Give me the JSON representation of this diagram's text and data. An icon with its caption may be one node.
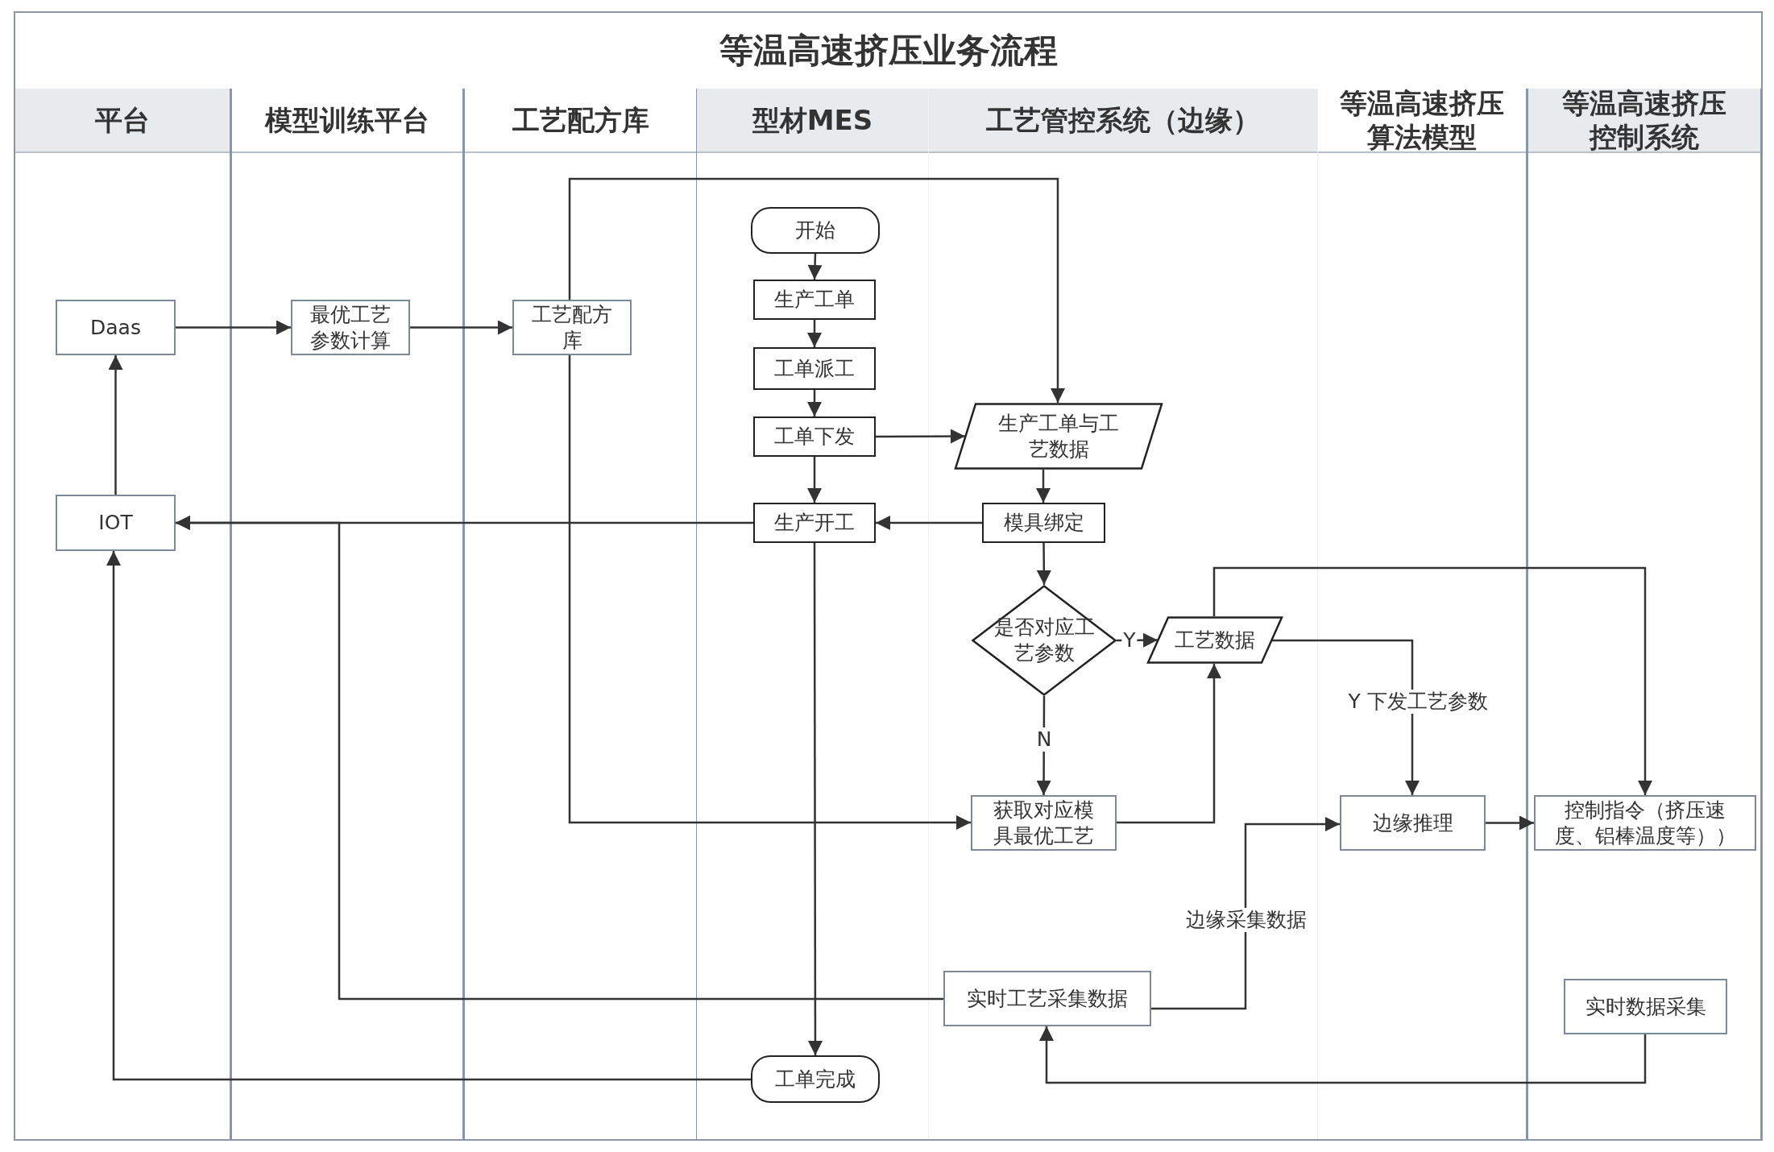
{
  "diagram": {
    "title": "等温高速挤压业务流程",
    "nodes": [
      {
        "text": [
          "平台"
        ]
      },
      {
        "text": [
          "模型训练平台"
        ]
      },
      {
        "text": [
          "工艺配方库"
        ]
      },
      {
        "text": [
          "型材MES"
        ]
      },
      {
        "text": [
          "工艺管控系统（边缘）"
        ]
      },
      {
        "text": [
          "等温高速挤压算法模型"
        ]
      },
      {
        "text": [
          "等温高速挤压控制系统"
        ]
      },
      {
        "text": [
          "Daas"
        ],
        "in": 0
      },
      {
        "text": [
          "最优工艺参数计算"
        ],
        "in": 1
      },
      {
        "text": [
          "工艺配方库"
        ],
        "in": 2
      },
      {
        "text": [
          "开始"
        ],
        "in": 3
      },
      {
        "text": [
          "生产工单"
        ],
        "in": 3
      },
      {
        "text": [
          "工单派工"
        ],
        "in": 3
      },
      {
        "text": [
          "工单下发"
        ],
        "in": 3
      },
      {
        "text": [
          "生产开工"
        ],
        "in": 3
      },
      {
        "text": [
          "IOT"
        ],
        "in": 0
      },
      {
        "text": [
          "生产工单与工艺数据"
        ],
        "in": 4
      },
      {
        "text": [
          "模具绑定"
        ],
        "in": 4
      },
      {
        "text": [
          "是否对应工艺参数"
        ],
        "in": 4
      },
      {
        "text": [
          "工艺数据"
        ],
        "in": 4
      },
      {
        "text": [
          "获取对应模具最优工艺"
        ],
        "in": 4
      },
      {
        "text": [
          "边缘推理"
        ],
        "in": 5
      },
      {
        "text": [
          "控制指令（挤压速度、铝棒温度等））"
        ],
        "in": 6
      },
      {
        "text": [
          "实时工艺采集数据"
        ],
        "in": 4
      },
      {
        "text": [
          "实时数据采集"
        ],
        "in": 6
      },
      {
        "text": [
          "工单完成"
        ],
        "in": 3
      }
    ],
    "edges": [
      {
        "from": 7,
        "to": 8,
        "arrow": "to"
      },
      {
        "from": 8,
        "to": 9,
        "arrow": "to"
      },
      {
        "from": 9,
        "to": 16,
        "arrow": "to"
      },
      {
        "from": 9,
        "to": 20,
        "arrow": "to"
      },
      {
        "from": 10,
        "to": 11,
        "arrow": "to"
      },
      {
        "from": 11,
        "to": 12,
        "arrow": "to"
      },
      {
        "from": 12,
        "to": 13,
        "arrow": "to"
      },
      {
        "from": 13,
        "to": 14,
        "arrow": "to"
      },
      {
        "from": 13,
        "to": 16,
        "arrow": "to"
      },
      {
        "from": 16,
        "to": 17,
        "arrow": "to"
      },
      {
        "from": 17,
        "to": 14,
        "arrow": "to"
      },
      {
        "from": 14,
        "to": 15,
        "arrow": "to"
      },
      {
        "from": 15,
        "to": 7,
        "arrow": "to"
      },
      {
        "from": 14,
        "to": 25,
        "arrow": "to"
      },
      {
        "from": 25,
        "to": 15,
        "arrow": "to"
      },
      {
        "from": 17,
        "to": 18,
        "arrow": "to"
      },
      {
        "from": 18,
        "to": 19,
        "label": "Y",
        "arrow": "to"
      },
      {
        "from": 18,
        "to": 20,
        "label": "N",
        "arrow": "to"
      },
      {
        "from": 20,
        "to": 19,
        "arrow": "to"
      },
      {
        "from": 19,
        "to": 21,
        "label": "Y 下发工艺参数",
        "arrow": "to"
      },
      {
        "from": 19,
        "to": 22,
        "arrow": "to"
      },
      {
        "from": 21,
        "to": 22,
        "arrow": "to"
      },
      {
        "from": 23,
        "to": 21,
        "label": "边缘采集数据",
        "arrow": "to"
      },
      {
        "from": 24,
        "to": 23,
        "arrow": "to"
      },
      {
        "from": 23,
        "to": 15,
        "arrow": "to"
      }
    ]
  }
}
